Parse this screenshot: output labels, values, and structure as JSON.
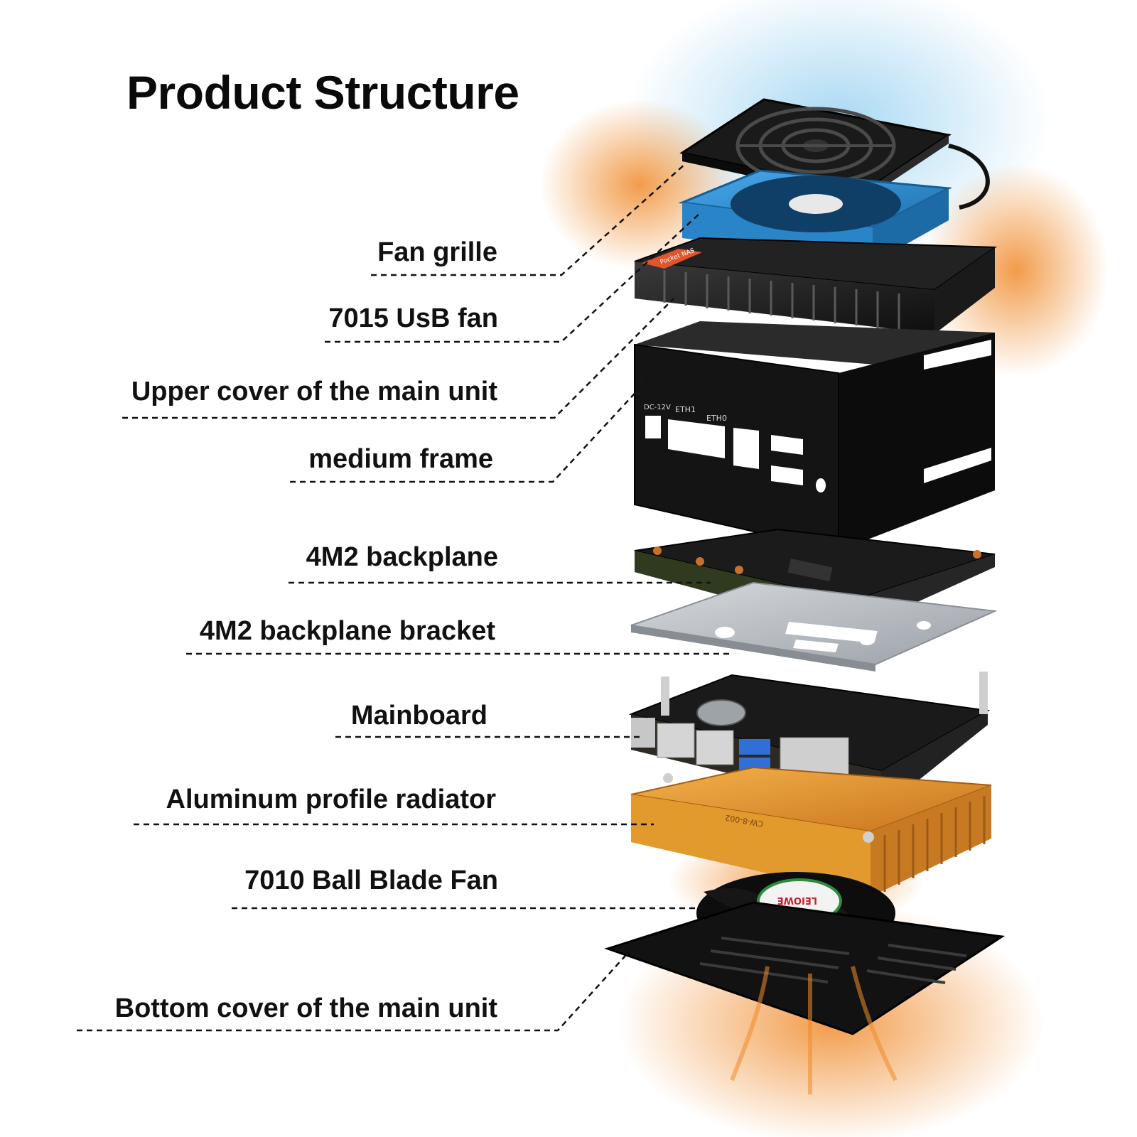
{
  "title": "Product Structure",
  "components": [
    {
      "label": "Fan grille"
    },
    {
      "label": "7015 UsB fan"
    },
    {
      "label": "Upper cover of the main unit"
    },
    {
      "label": "medium frame"
    },
    {
      "label": "4M2 backplane"
    },
    {
      "label": "4M2 backplane bracket"
    },
    {
      "label": "Mainboard"
    },
    {
      "label": "Aluminum profile radiator"
    },
    {
      "label": "7010 Ball Blade Fan"
    },
    {
      "label": "Bottom cover of the main unit"
    }
  ],
  "printed_marks": {
    "sticker": "Pocket NAS",
    "port_dc": "DC-12V",
    "port_eth1": "ETH1",
    "port_eth0": "ETH0",
    "fan_brand": "LEIOWE",
    "radiator_code": "CW-8-002"
  },
  "colors": {
    "fan_blue": "#2f8fd4",
    "radiator_orange": "#e39a2c",
    "airflow_orange": "#f08a2a",
    "airflow_blue": "#9fd4f2",
    "case_black": "#141414",
    "bracket_silver": "#b7bcc2"
  }
}
